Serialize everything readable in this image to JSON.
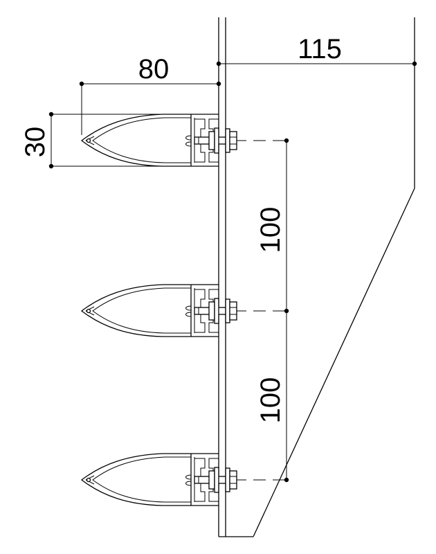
{
  "dimensions": {
    "width_80": "80",
    "offset_115": "115",
    "height_30": "30",
    "spacing_upper": "100",
    "spacing_lower": "100"
  },
  "louver_count": 3,
  "colors": {
    "line": "#000000",
    "background": "#ffffff"
  }
}
